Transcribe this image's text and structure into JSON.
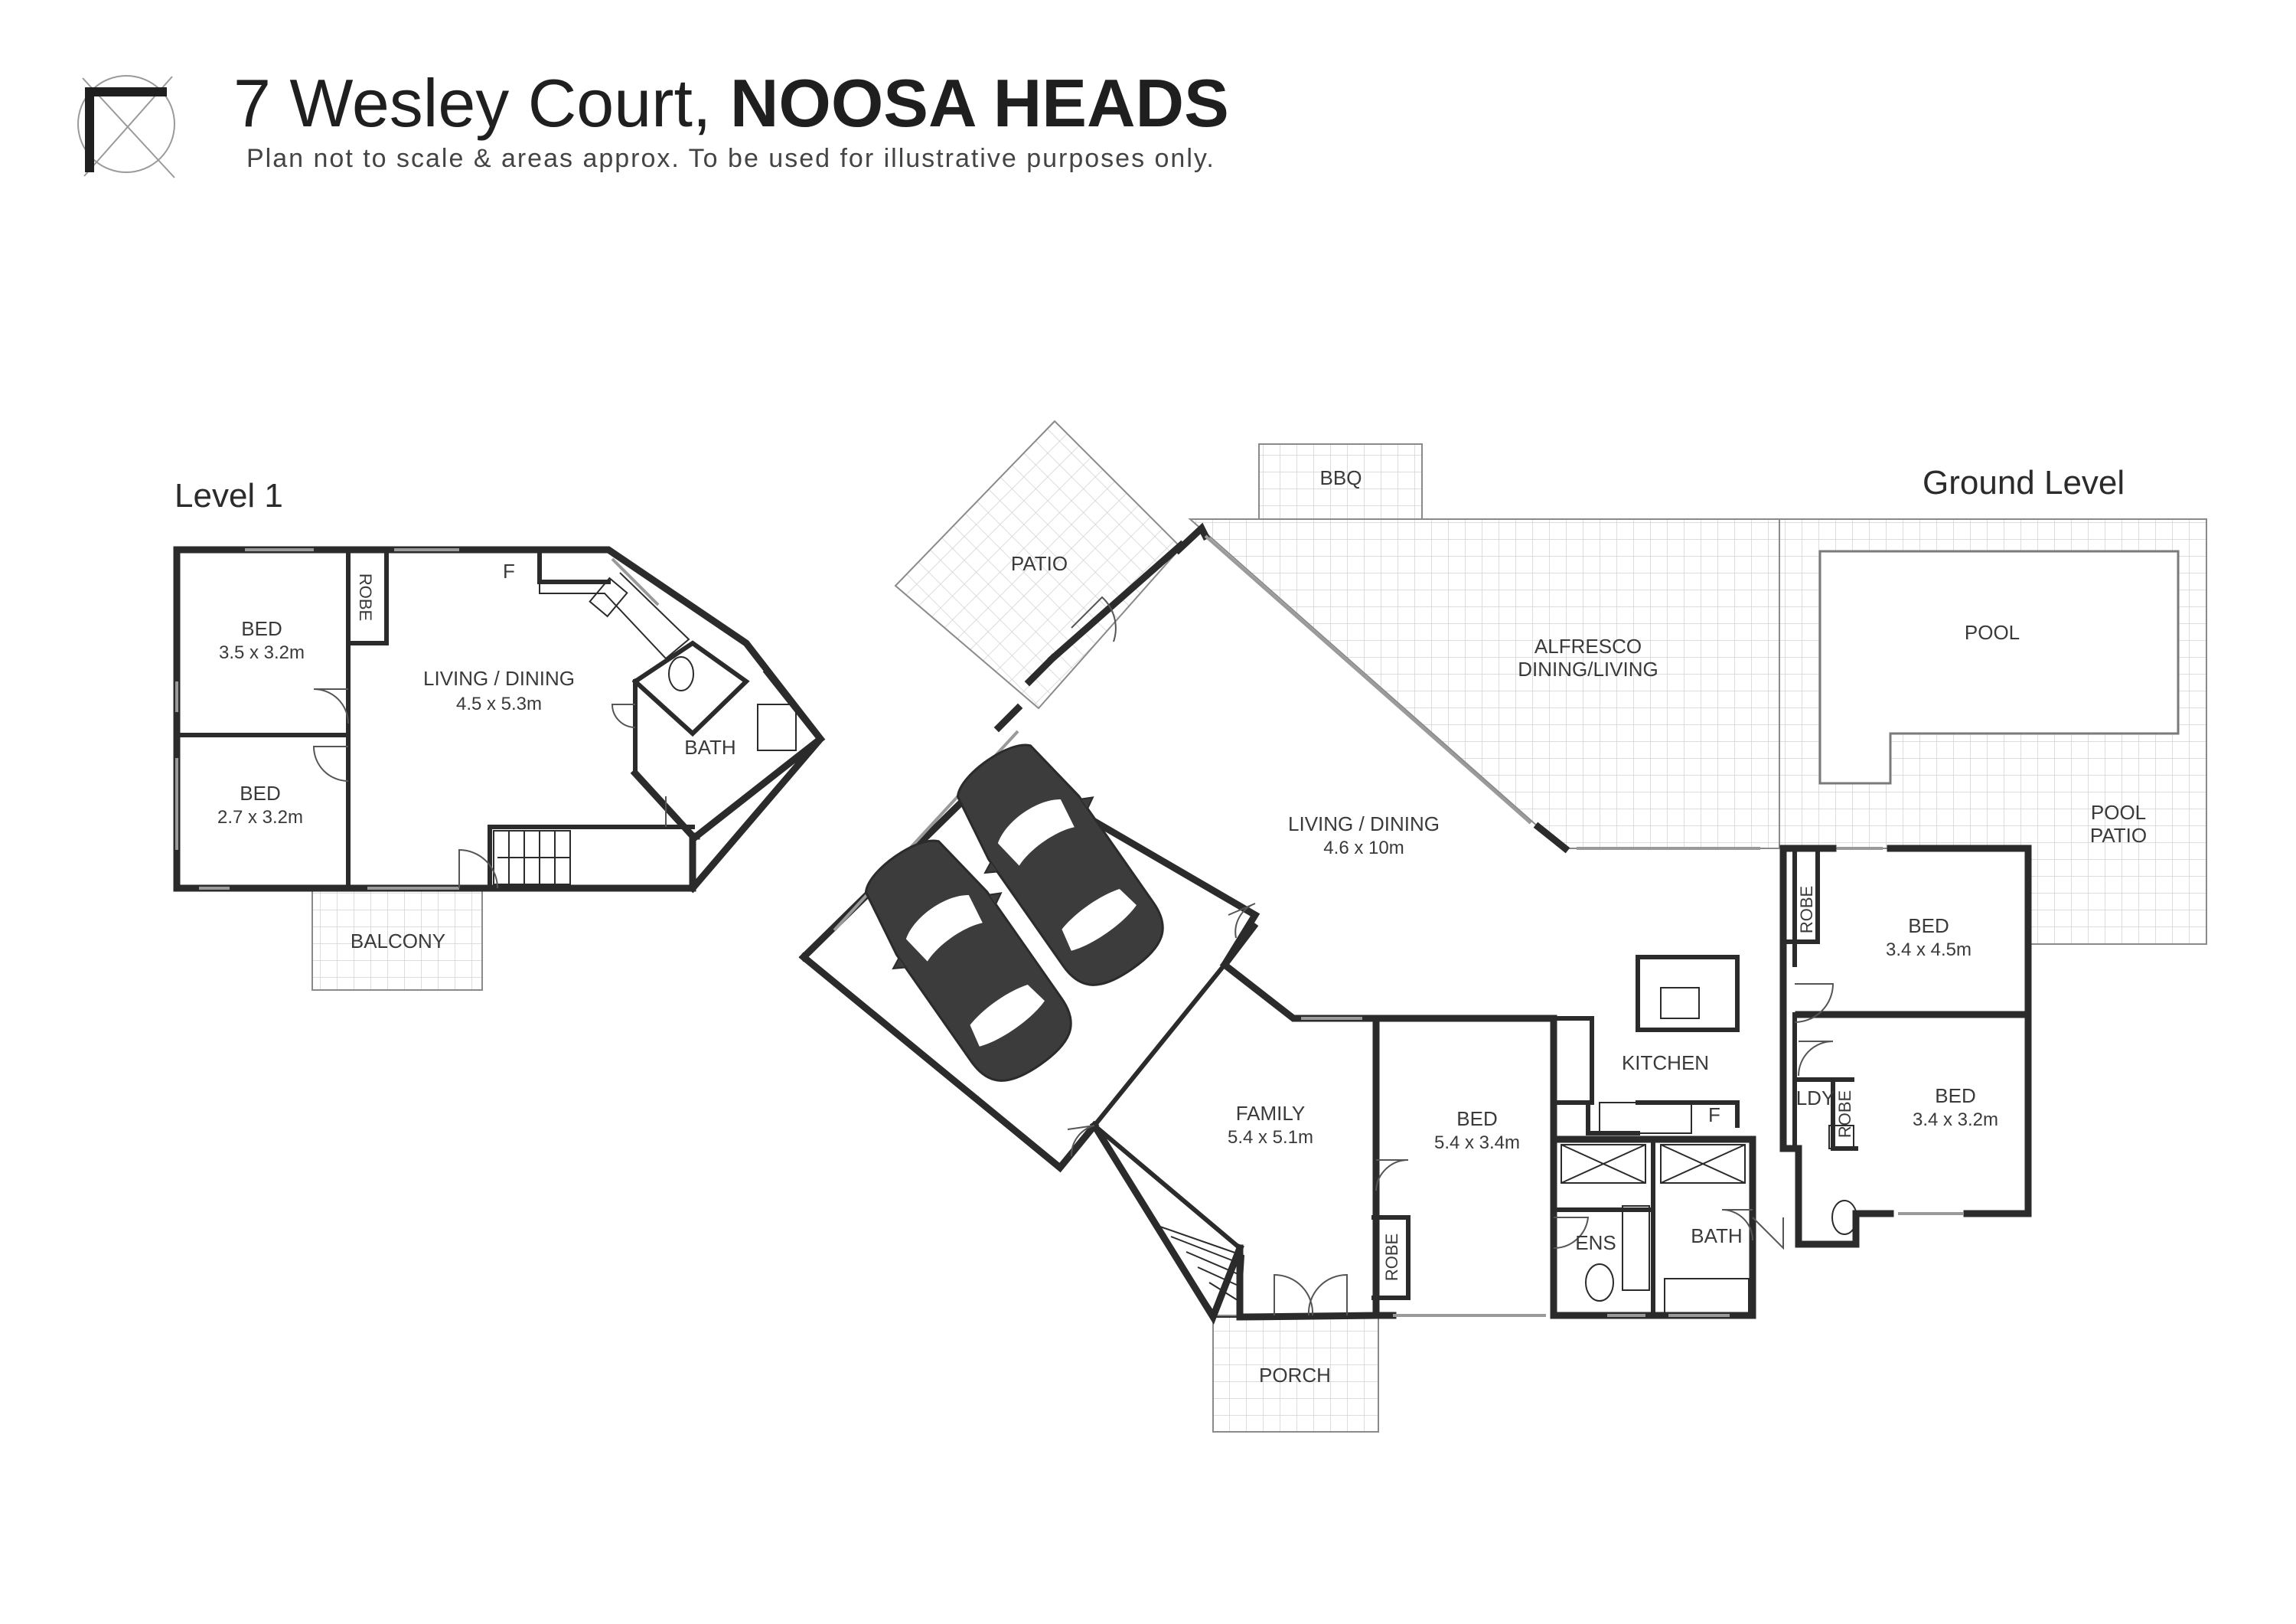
{
  "header": {
    "address": "7 Wesley Court,",
    "suburb": "NOOSA HEADS",
    "disclaimer": "Plan not to scale & areas approx. To be used for illustrative purposes only."
  },
  "levels": {
    "level1": "Level 1",
    "ground": "Ground Level"
  },
  "level1_rooms": {
    "bed1_name": "BED",
    "bed1_dim": "3.5 x 3.2m",
    "bed2_name": "BED",
    "bed2_dim": "2.7 x 3.2m",
    "robe": "ROBE",
    "living_name": "LIVING / DINING",
    "living_dim": "4.5 x 5.3m",
    "fridge": "F",
    "bath": "BATH",
    "balcony": "BALCONY"
  },
  "ground_rooms": {
    "patio": "PATIO",
    "bbq": "BBQ",
    "alfresco_line1": "ALFRESCO",
    "alfresco_line2": "DINING/LIVING",
    "pool": "POOL",
    "pool_patio_line1": "POOL",
    "pool_patio_line2": "PATIO",
    "living_name": "LIVING / DINING",
    "living_dim": "4.6 x 10m",
    "kitchen": "KITCHEN",
    "fridge": "F",
    "family_name": "FAMILY",
    "family_dim": "5.4 x 5.1m",
    "bed_mid_name": "BED",
    "bed_mid_dim": "5.4 x 3.4m",
    "robe_mid": "ROBE",
    "ens": "ENS",
    "bath": "BATH",
    "porch": "PORCH",
    "bed_ne_name": "BED",
    "bed_ne_dim": "3.4 x 4.5m",
    "robe_ne": "ROBE",
    "ldy": "LDY",
    "robe_se": "ROBE",
    "bed_se_name": "BED",
    "bed_se_dim": "3.4 x 3.2m"
  },
  "colors": {
    "wall": "#2b2b2b",
    "grid": "#c8c8c8",
    "car": "#3c3c3c"
  },
  "icons": [
    "compass-logo-icon",
    "car-icon",
    "door-swing-icon",
    "stairs-icon"
  ]
}
